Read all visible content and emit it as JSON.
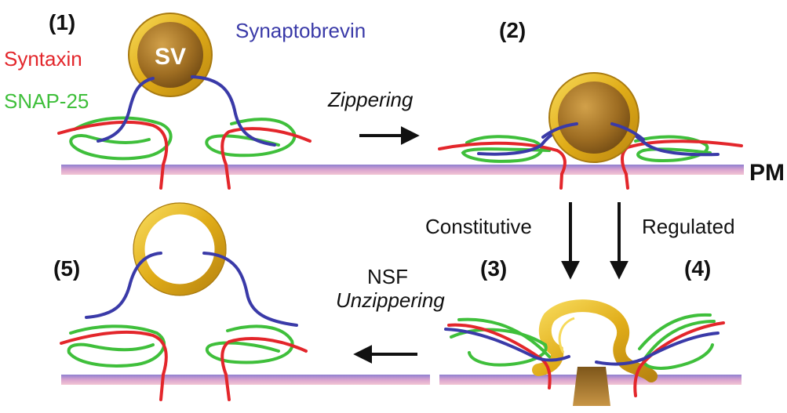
{
  "stages": {
    "s1": "(1)",
    "s2": "(2)",
    "s3": "(3)",
    "s4": "(4)",
    "s5": "(5)"
  },
  "legend": {
    "synaptobrevin": "Synaptobrevin",
    "syntaxin": "Syntaxin",
    "snap25": "SNAP-25"
  },
  "labels": {
    "sv": "SV",
    "pm": "PM",
    "zippering": "Zippering",
    "constitutive": "Constitutive",
    "regulated": "Regulated",
    "nsf": "NSF",
    "unzippering": "Unzippering"
  },
  "colors": {
    "syntaxin": "#e3262b",
    "snap25": "#3fbf3b",
    "synaptobrevin": "#3a3aa8",
    "vesicle_ring": "#e2b21c",
    "vesicle_core": "#9b6a1d"
  }
}
